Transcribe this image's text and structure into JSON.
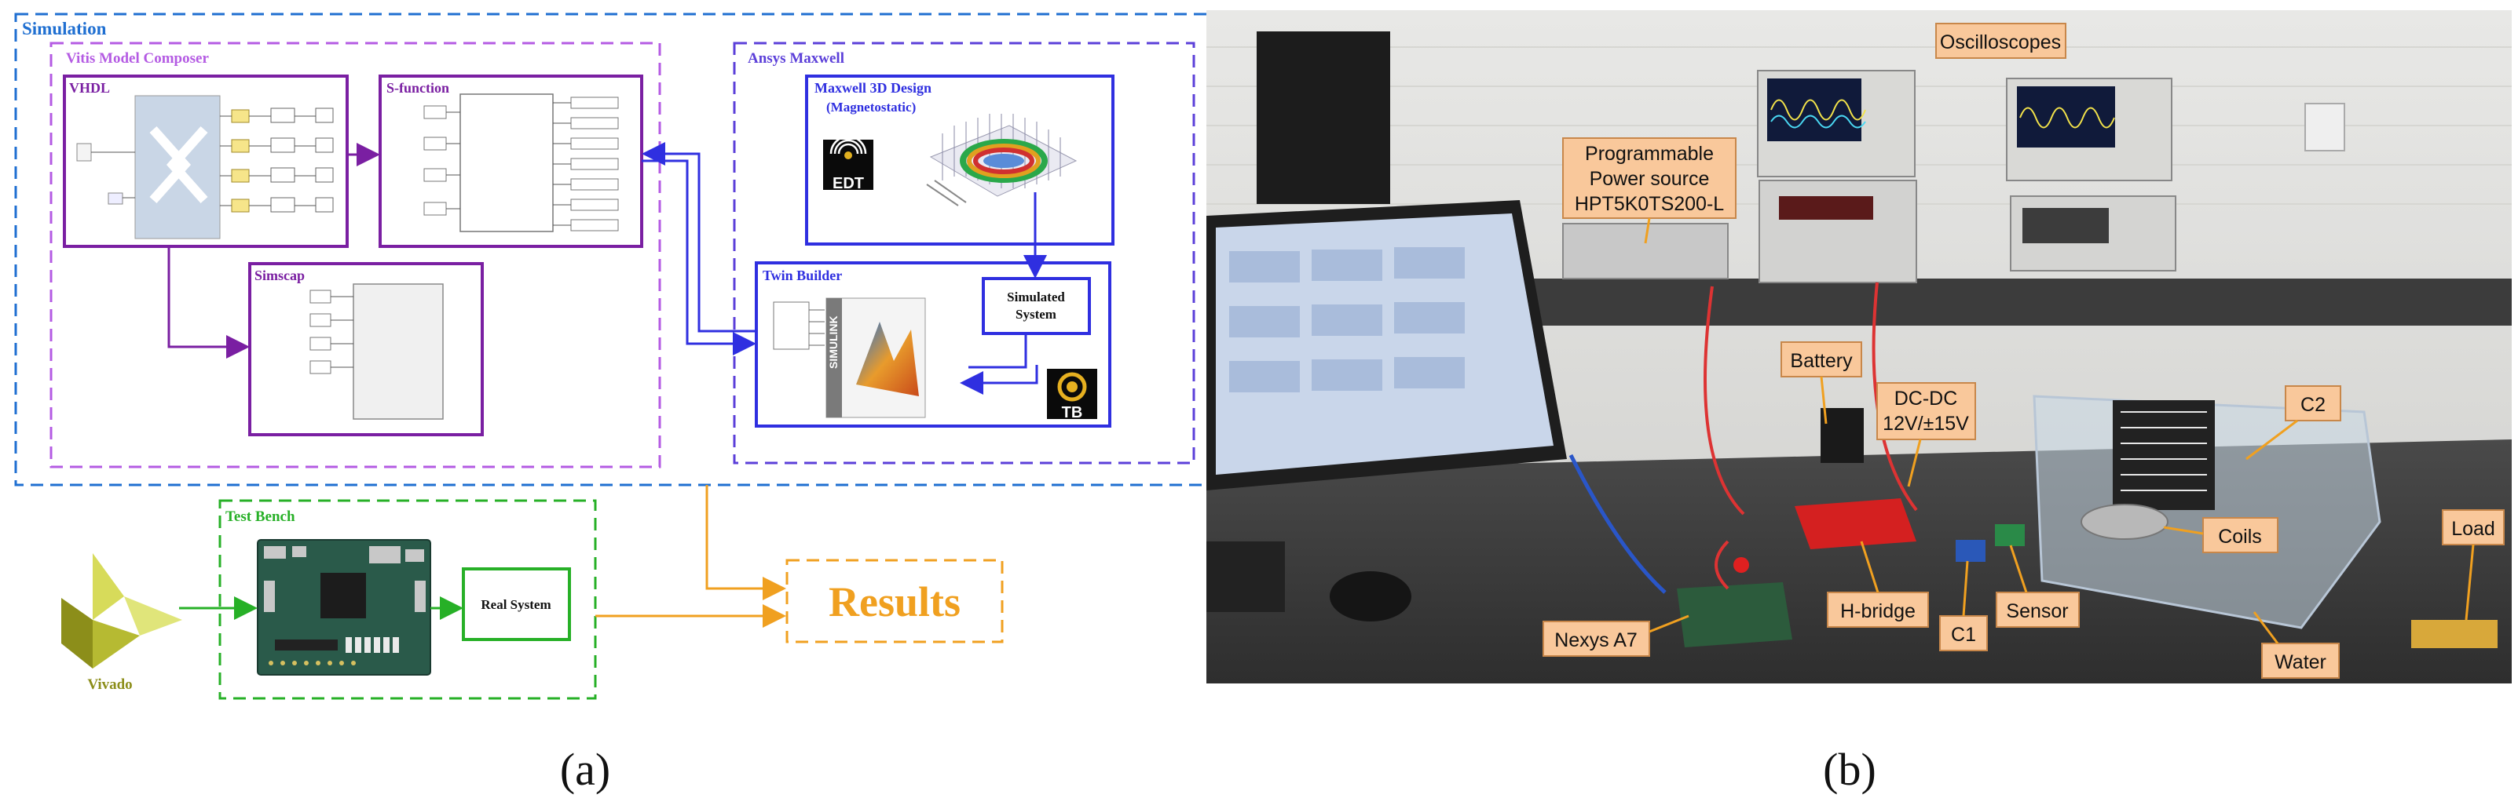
{
  "panel_a": {
    "simulation_label": "Simulation",
    "vitis_label": "Vitis Model Composer",
    "vhdl_label": "VHDL",
    "sfunction_label": "S-function",
    "simscap_label": "Simscap",
    "ansys_label": "Ansys Maxwell",
    "maxwell_label": "Maxwell 3D Design",
    "maxwell_sublabel": "(Magnetostatic)",
    "edt_logo_text": "EDT",
    "twin_builder_label": "Twin Builder",
    "simulink_text": "SIMULINK",
    "simulated_system_line1": "Simulated",
    "simulated_system_line2": "System",
    "tb_logo_text": "TB",
    "test_bench_label": "Test Bench",
    "real_system_label": "Real System",
    "vivado_label": "Vivado",
    "results_label": "Results",
    "caption": "(a)",
    "colors": {
      "simulation": "#1f6fd1",
      "vitis": "#b45be3",
      "vhdl": "#7a1fa2",
      "ansys": "#5b3fd9",
      "maxwell": "#2f2fe0",
      "test_bench": "#27b027",
      "results": "#f0a020"
    }
  },
  "panel_b": {
    "caption": "(b)",
    "labels": {
      "oscilloscopes": "Oscilloscopes",
      "power_source_line1": "Programmable",
      "power_source_line2": "Power source",
      "power_source_line3": "HPT5K0TS200-L",
      "battery": "Battery",
      "dcdc_line1": "DC-DC",
      "dcdc_line2": "12V/±15V",
      "c2": "C2",
      "coils": "Coils",
      "load": "Load",
      "hbridge": "H-bridge",
      "c1": "C1",
      "sensor": "Sensor",
      "nexys": "Nexys A7",
      "water": "Water"
    },
    "label_fill": "#f9c89b",
    "label_stroke": "#c8874a"
  }
}
